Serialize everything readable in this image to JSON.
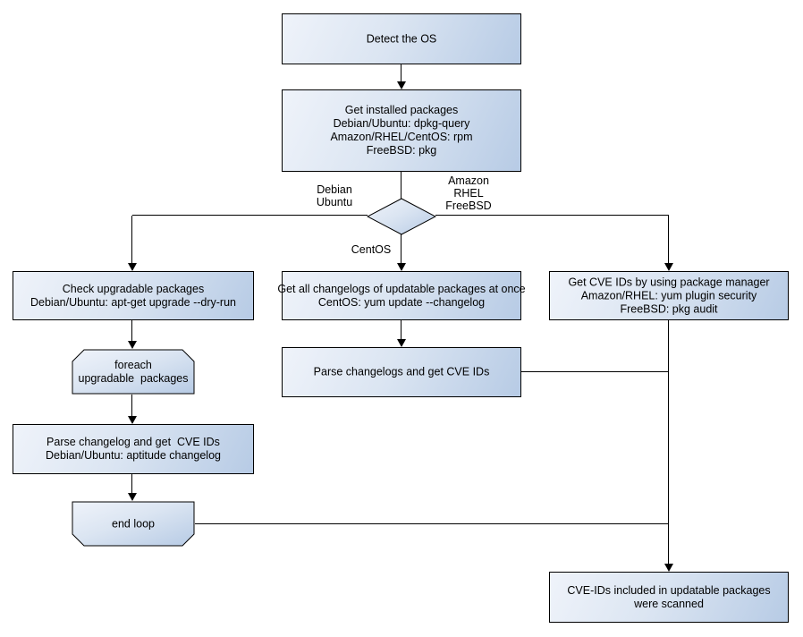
{
  "colors": {
    "background": "#ffffff",
    "node_fill_light": "#eff3fa",
    "node_fill_dark": "#b7cbe5",
    "node_border": "#000000",
    "connector": "#000000"
  },
  "nodes": {
    "detect_os": "Detect the OS",
    "get_installed_packages": "Get installed packages\nDebian/Ubuntu: dpkg-query\nAmazon/RHEL/CentOS: rpm\nFreeBSD: pkg",
    "check_upgradable": "Check upgradable packages\nDebian/Ubuntu: apt-get upgrade --dry-run",
    "foreach_loop": "foreach\nupgradable  packages",
    "parse_changelog_debian": "Parse changelog and get  CVE IDs\nDebian/Ubuntu: aptitude changelog",
    "end_loop": "end loop",
    "get_all_changelogs": "Get all changelogs of updatable packages at once\nCentOS: yum update --changelog",
    "parse_changelogs_centos": "Parse changelogs and get CVE IDs",
    "get_cve_ids_pkg_manager": "Get CVE IDs by using package manager\nAmazon/RHEL: yum plugin security\nFreeBSD: pkg audit",
    "result_scanned": "CVE-IDs included in updatable packages\nwere scanned"
  },
  "edge_labels": {
    "debian_ubuntu": "Debian\nUbuntu",
    "amazon_rhel_freebsd": "Amazon\nRHEL\nFreeBSD",
    "centos": "CentOS"
  }
}
